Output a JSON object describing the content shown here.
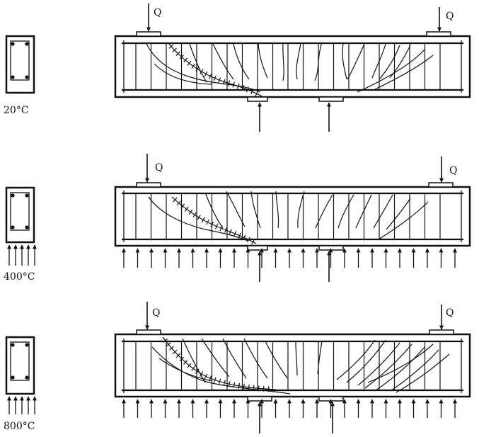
{
  "load_label": "Q",
  "ink_color": "#111111",
  "panels": [
    {
      "temperature_label": "20°C",
      "heated": false,
      "crack_severity": "light"
    },
    {
      "temperature_label": "400°C",
      "heated": true,
      "crack_severity": "moderate"
    },
    {
      "temperature_label": "800°C",
      "heated": true,
      "crack_severity": "severe"
    }
  ]
}
